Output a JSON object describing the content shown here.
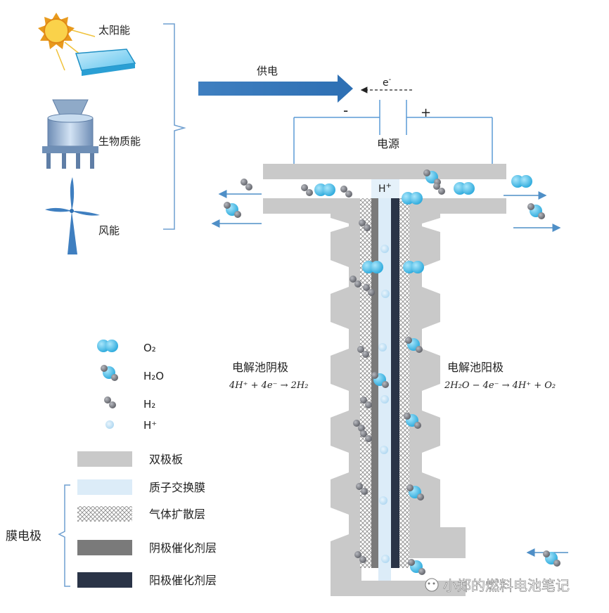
{
  "colors": {
    "plate": "#c9c9c9",
    "membrane": "#dcecf8",
    "cathode_catalyst": "#7a7a7a",
    "anode_catalyst": "#2a3447",
    "o2": "#41c0ec",
    "h2": "#7d7f86",
    "hplus": "#bfe0f4",
    "arrow": "#4f8fc7",
    "wire": "#5b9bd5",
    "brace": "#6f9fd0"
  },
  "sources": {
    "solar": "太阳能",
    "biomass": "生物质能",
    "wind": "风能",
    "supply": "供电"
  },
  "circuit": {
    "electron": "e",
    "electron_sup": "-",
    "minus": "-",
    "plus": "+",
    "power": "电源"
  },
  "cell": {
    "hplus_label": "H",
    "hplus_sup": "+"
  },
  "cathode": {
    "title": "电解池阴极",
    "equation": "4H⁺ + 4e⁻ → 2H₂"
  },
  "anode": {
    "title": "电解池阳极",
    "equation": "2H₂O − 4e⁻ → 4H⁺ + O₂"
  },
  "legend": {
    "o2": "O₂",
    "h2o": "H₂O",
    "h2": "H₂",
    "hplus": "H⁺",
    "bipolar": "双极板",
    "membrane": "质子交换膜",
    "gdl": "气体扩散层",
    "cathode_cat": "阴极催化剂层",
    "anode_cat": "阳极催化剂层",
    "mea": "膜电极"
  },
  "watermark": "小郑的燃料电池笔记"
}
